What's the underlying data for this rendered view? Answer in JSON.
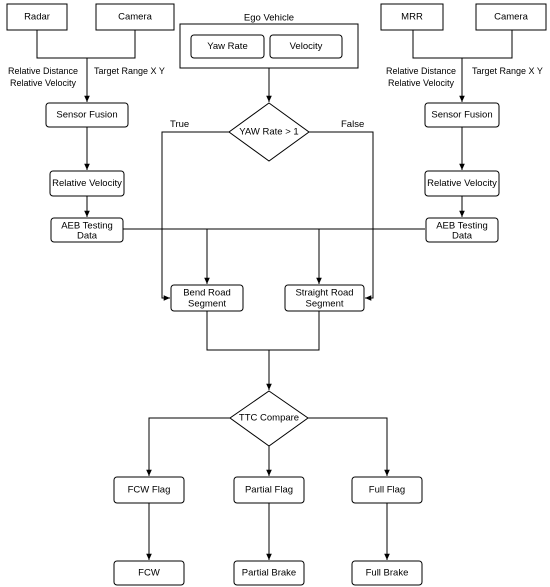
{
  "diagram": {
    "radar": "Radar",
    "camera_left": "Camera",
    "left_distance_1": "Relative Distance",
    "left_distance_2": "Relative Velocity",
    "left_target": "Target Range X Y",
    "sensor_fusion_left": "Sensor Fusion",
    "rel_velocity_left": "Relative Velocity",
    "aeb_left_1": "AEB Testing",
    "aeb_left_2": "Data",
    "ego_vehicle": "Ego Vehicle",
    "yaw_rate": "Yaw Rate",
    "velocity": "Velocity",
    "decision_yaw": "YAW Rate > 1",
    "true_label": "True",
    "false_label": "False",
    "mrr": "MRR",
    "camera_right": "Camera",
    "right_distance_1": "Relative Distance",
    "right_distance_2": "Relative Velocity",
    "right_target": "Target Range X Y",
    "sensor_fusion_right": "Sensor Fusion",
    "rel_velocity_right": "Relative Velocity",
    "aeb_right_1": "AEB Testing",
    "aeb_right_2": "Data",
    "bend_1": "Bend Road",
    "bend_2": "Segment",
    "straight_1": "Straight Road",
    "straight_2": "Segment",
    "ttc_compare": "TTC Compare",
    "fcw_flag": "FCW Flag",
    "partial_flag": "Partial Flag",
    "full_flag": "Full Flag",
    "fcw": "FCW",
    "partial_brake": "Partial Brake",
    "full_brake": "Full Brake"
  }
}
